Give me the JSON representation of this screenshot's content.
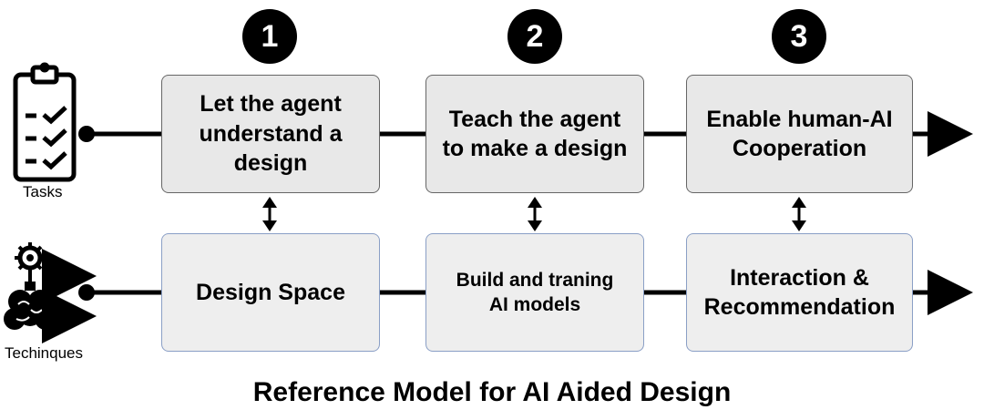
{
  "title": "Reference Model for AI Aided Design",
  "rows": {
    "tasks": {
      "label": "Tasks",
      "icon": "clipboard-checklist-icon",
      "boxes": [
        {
          "step": "1",
          "text": "Let the agent understand a design"
        },
        {
          "step": "2",
          "text": "Teach the agent to make a design"
        },
        {
          "step": "3",
          "text": "Enable human-AI Cooperation"
        }
      ]
    },
    "techniques": {
      "label": "Techinques",
      "icon": "brain-gear-icon",
      "boxes": [
        {
          "text": "Design Space"
        },
        {
          "text": "Build and traning AI models"
        },
        {
          "text": "Interaction & Recommendation"
        }
      ]
    }
  },
  "colors": {
    "task_fill": "#e8e8e8",
    "tech_fill": "#eeeeee",
    "tech_border": "#8a9fc6",
    "badge": "#000000"
  }
}
